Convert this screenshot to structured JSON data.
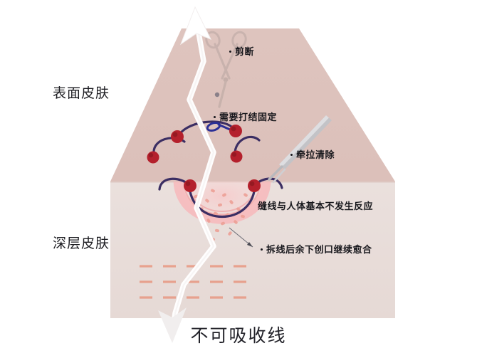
{
  "figure": {
    "caption": "不可吸收线",
    "type": "medical-illustration",
    "subject": "non-absorbable suture in skin cross-section"
  },
  "layers": {
    "surface_label": "表面皮肤",
    "deep_label": "深层皮肤",
    "surface_color": "#ddc2bc",
    "deep_color": "#e9dedb",
    "front_color": "#e6d8d4"
  },
  "annotations": [
    {
      "id": "cut",
      "text": "剪断"
    },
    {
      "id": "knot",
      "text": "需要打结固定"
    },
    {
      "id": "traction",
      "text": "牵拉清除"
    },
    {
      "id": "react",
      "text": "缝线与人体基本不发生反应"
    },
    {
      "id": "heal",
      "text": "拆线后余下创口继续愈合"
    }
  ],
  "elements": {
    "scissors": "scissors-icon",
    "forceps": "forceps-icon",
    "thread": "suture-thread",
    "arrow_up": "arrow-up-icon",
    "arrow_down": "arrow-down-icon",
    "wound": "wound-area",
    "knot_loop": "knot-icon"
  },
  "colors": {
    "suture": "#3b2e63",
    "node": "#b4202c",
    "node_dark": "#8d1820",
    "knot_blue": "#2b2f96",
    "wound_pink": "#f6c2c4",
    "wound_deep": "#ef9ea3",
    "cell_dot": "#eda096",
    "tissue_dash": "#e89882",
    "thread_white": "#fbfbfb",
    "instrument": "#b9b9bd"
  },
  "deep_tissue": {
    "rows": 3,
    "cols": 7,
    "dash_color": "#e89882"
  }
}
